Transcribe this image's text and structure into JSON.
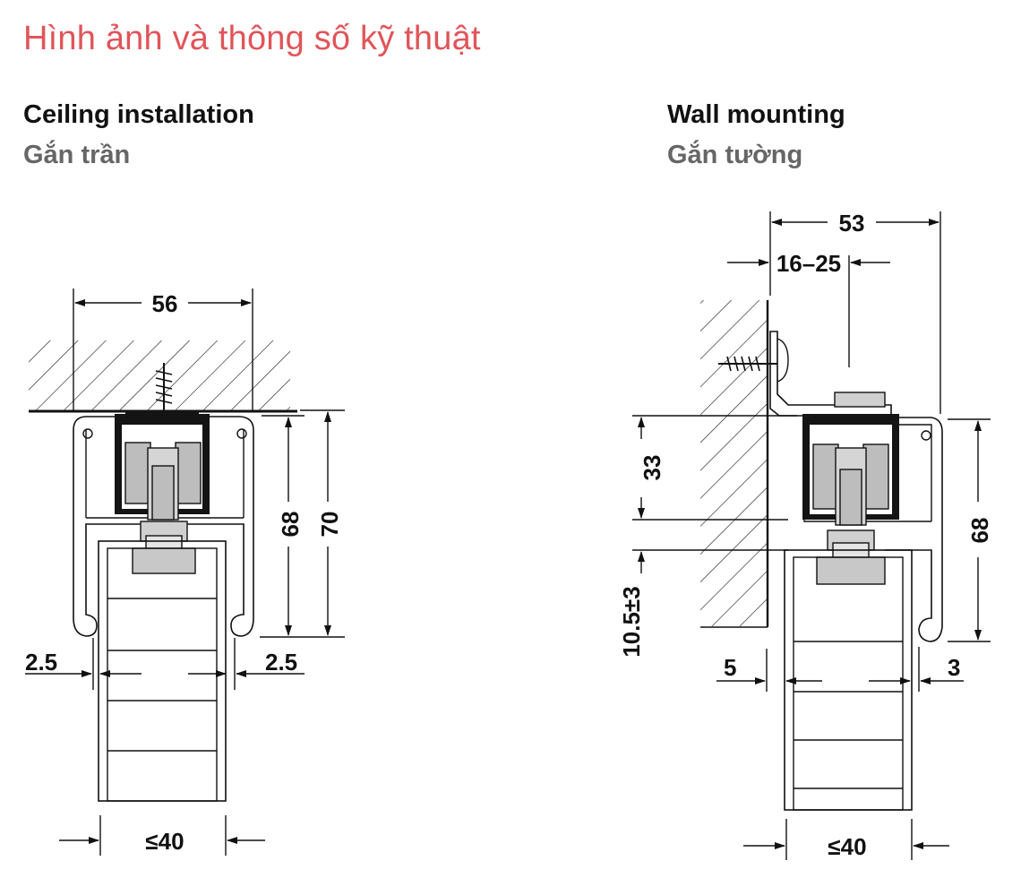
{
  "page": {
    "title": "Hình ảnh và thông số kỹ thuật",
    "title_color": "#e0555a"
  },
  "ceiling": {
    "heading": "Ceiling installation",
    "subheading": "Gắn trần",
    "dims": {
      "width": "56",
      "height_inner": "68",
      "height_outer": "70",
      "gap_left": "2.5",
      "gap_right": "2.5",
      "door_thickness": "≤40"
    }
  },
  "wall": {
    "heading": "Wall mounting",
    "subheading": "Gắn tường",
    "dims": {
      "width": "53",
      "offset": "16–25",
      "top_height": "33",
      "bottom_gap": "10.5±3",
      "height": "68",
      "gap_left": "5",
      "gap_right": "3",
      "door_thickness": "≤40"
    }
  }
}
